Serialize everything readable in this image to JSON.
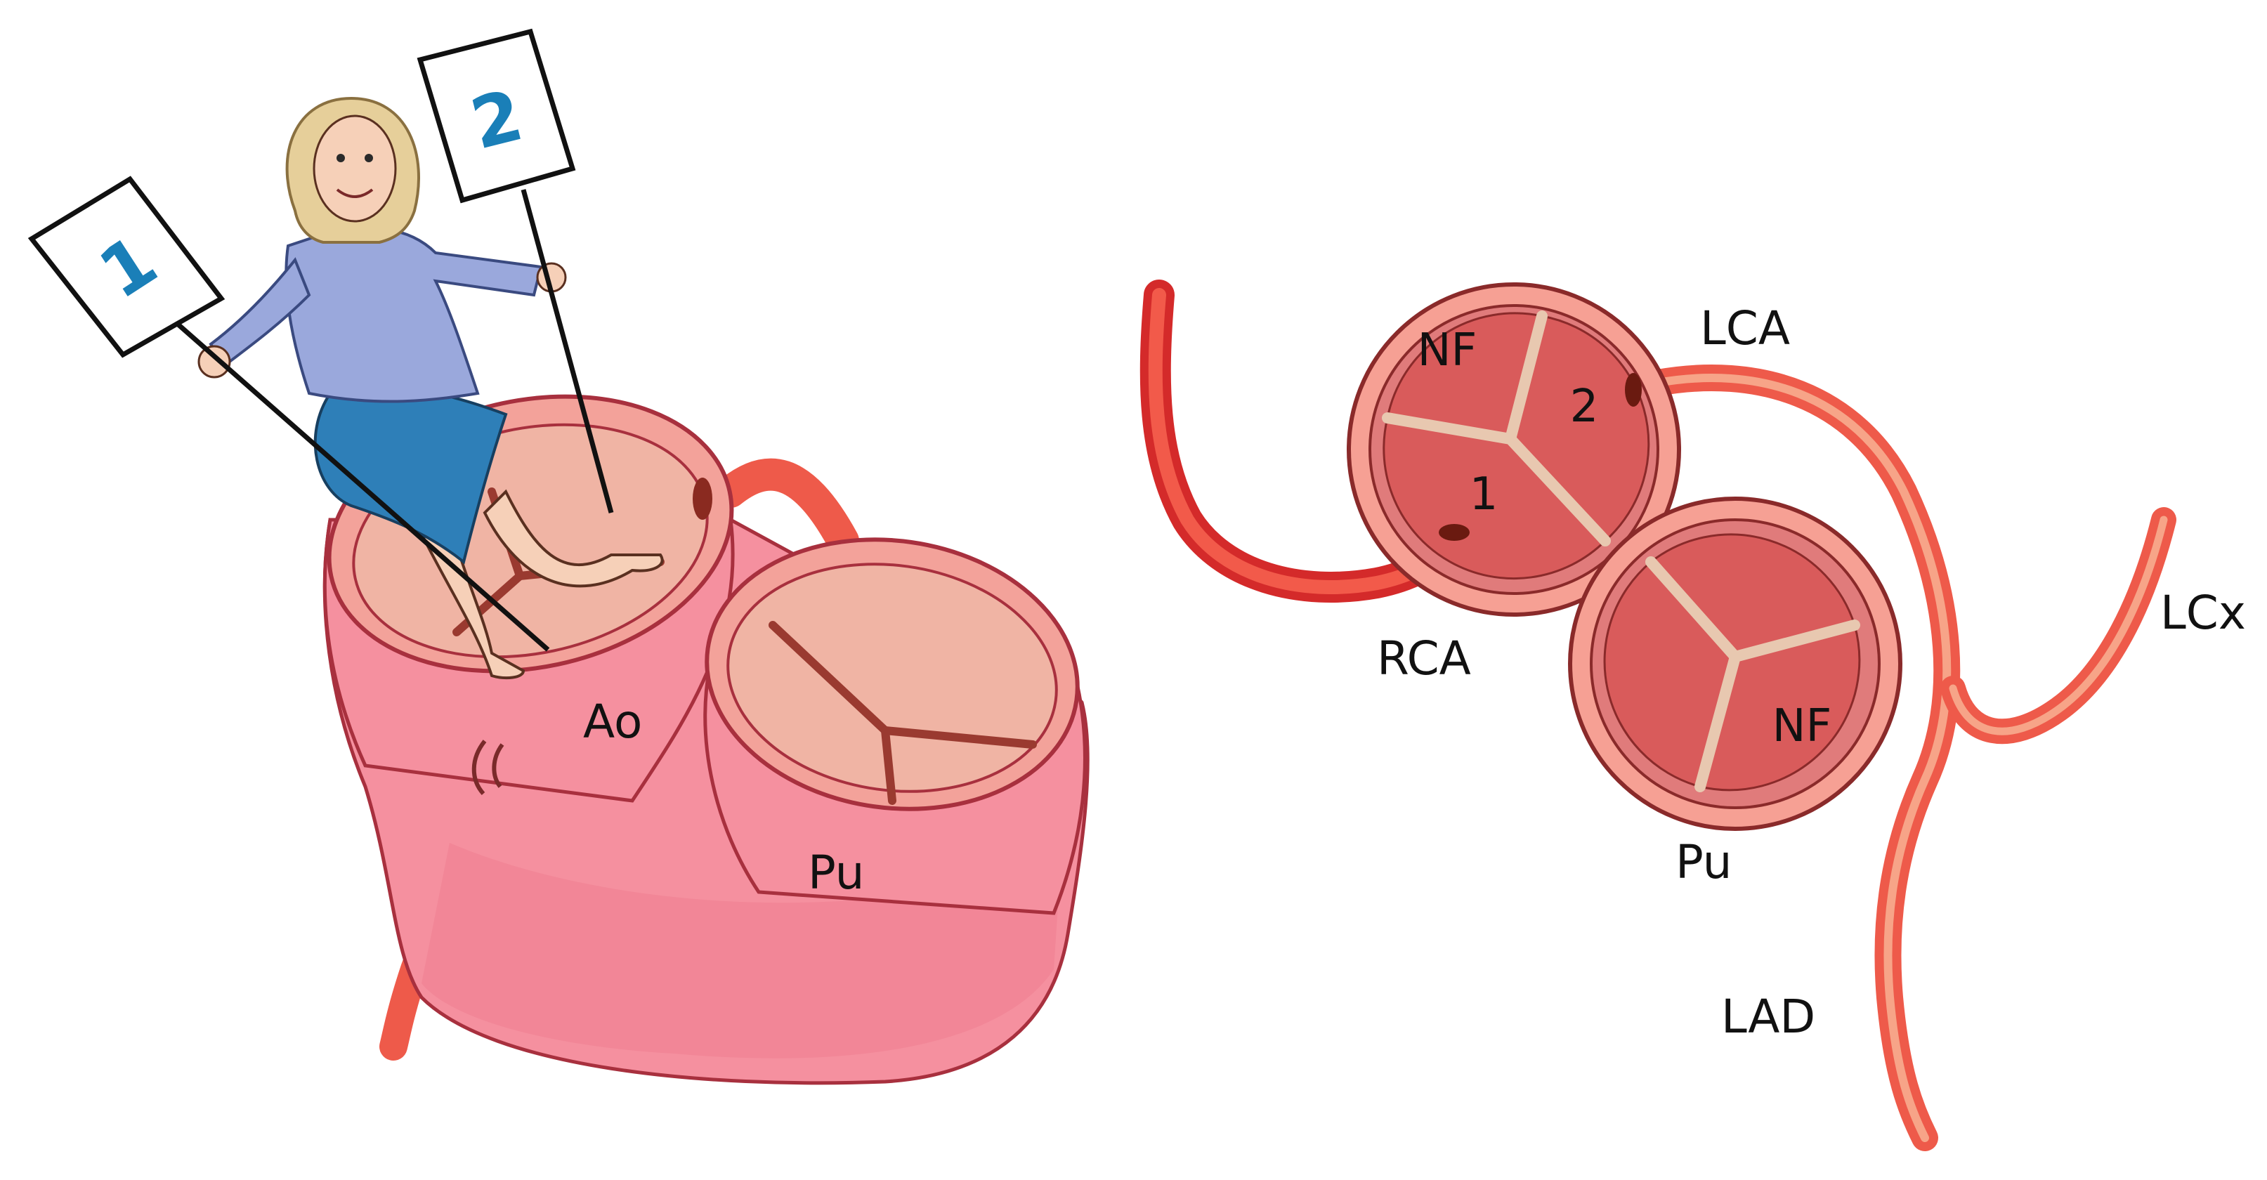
{
  "colors": {
    "vessel_wall": "#f08fa0",
    "vessel_dark": "#c9485c",
    "valve_inner": "#e07b7b",
    "leaflet": "#d95b5b",
    "commissure": "#e8c8b0",
    "coronary": "#ee5a4a",
    "coronary_dark": "#d42a2a",
    "blouse": "#9aa8dc",
    "skirt": "#2e7fb8",
    "hair": "#e6cf9a",
    "sign_number": "#1a7fb8"
  },
  "left_panel": {
    "signs": {
      "one": "1",
      "two": "2"
    },
    "labels": {
      "aorta": "Ao",
      "pulmonary": "Pu"
    }
  },
  "right_panel": {
    "aortic_valve": {
      "non_facing": "NF",
      "sinus_1": "1",
      "sinus_2": "2"
    },
    "pulmonary_valve": {
      "non_facing": "NF",
      "label": "Pu"
    },
    "labels": {
      "lca": "LCA",
      "rca": "RCA",
      "lcx": "LCx",
      "lad": "LAD"
    }
  }
}
